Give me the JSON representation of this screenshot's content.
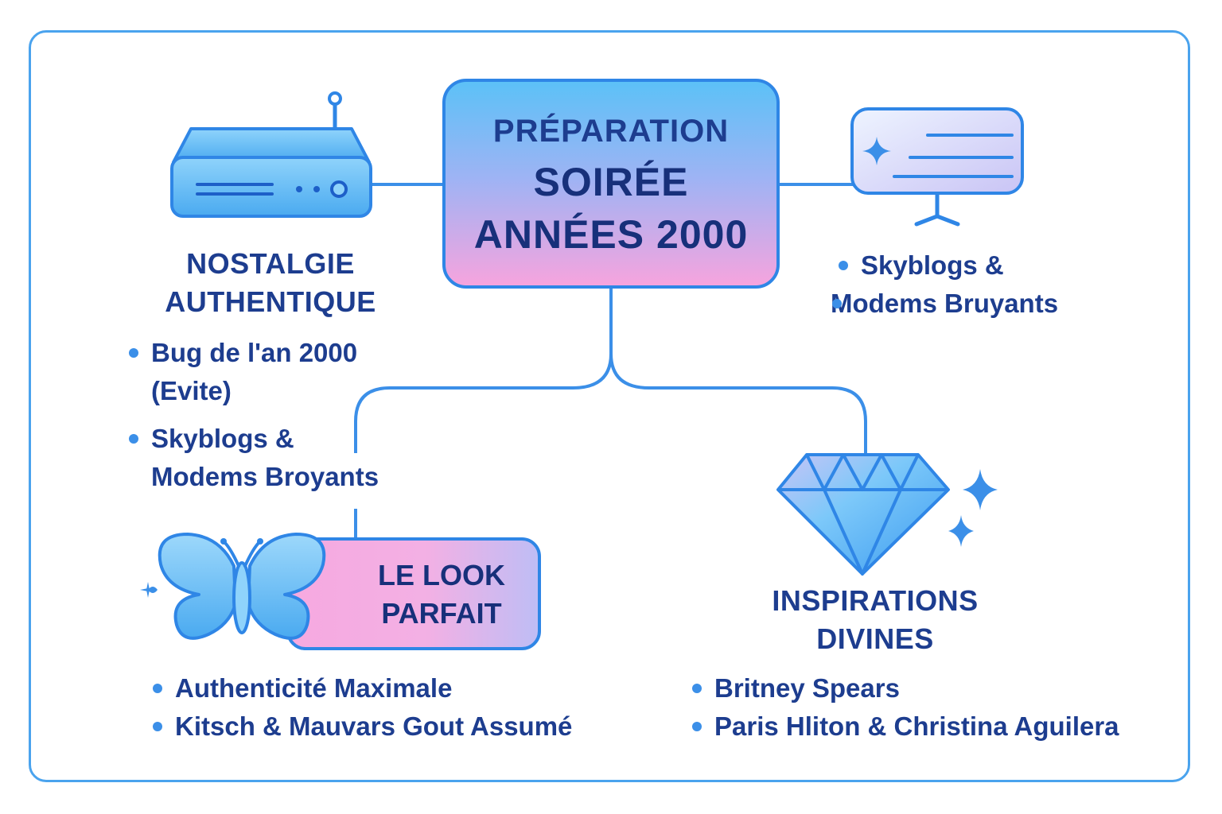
{
  "colors": {
    "line": "#3b8fe8",
    "text": "#1d3d8f",
    "pink": "#f6a4de",
    "blue": "#5cc1f7"
  },
  "center": {
    "line1": "PRÉPARATION",
    "line2": "SOIRÉE",
    "line3": "ANNÉES 2000"
  },
  "branches": {
    "nostalgie": {
      "icon": "modem-icon",
      "title_line1": "NOSTALGIE",
      "title_line2": "AUTHENTIQUE",
      "items": [
        "Bug de l'an 2000",
        "(Evite)",
        "Skyblogs &",
        "Modems Broyants"
      ]
    },
    "skyblogs": {
      "icon": "monitor-icon",
      "items": [
        "Skyblogs &",
        "Modems Bruyants"
      ]
    },
    "look": {
      "icon": "butterfly-icon",
      "title_line1": "LE LOOK",
      "title_line2": "PARFAIT",
      "items": [
        "Authenticité Maximale",
        "Kitsch & Mauvars Gout Assumé"
      ]
    },
    "inspirations": {
      "icon": "diamond-icon",
      "title_line1": "INSPIRATIONS",
      "title_line2": "DIVINES",
      "items": [
        "Britney Spears",
        "Paris Hliton & Christina Aguilera"
      ]
    }
  }
}
